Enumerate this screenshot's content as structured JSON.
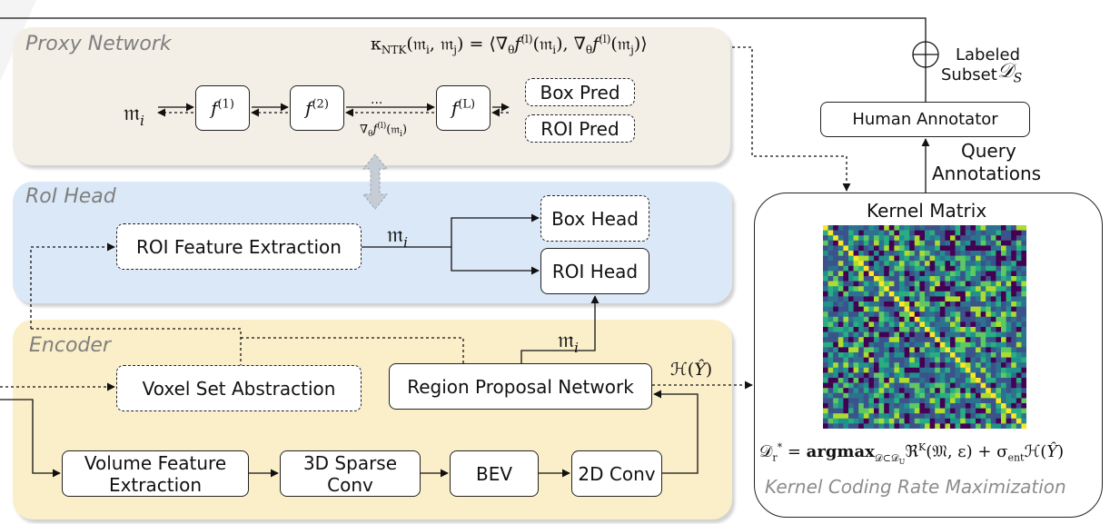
{
  "proxy": {
    "title": "Proxy Network",
    "ntk_formula": "κNTK(𝔪i, 𝔪j) = ⟨∇θ f(l)(𝔪i), ∇θ f(l)(𝔪j)⟩",
    "input": "𝔪i",
    "layers": [
      "f(1)",
      "f(2)",
      "f(L)"
    ],
    "ellipsis": "...",
    "grad_label": "∇θ f(l)(𝔪i)",
    "outputs": [
      "Box Pred",
      "ROI Pred"
    ]
  },
  "roi_head": {
    "title": "RoI Head",
    "feature_extraction": "ROI Feature Extraction",
    "mi": "𝔪i",
    "box_head": "Box Head",
    "roi_head": "ROI Head"
  },
  "encoder": {
    "title": "Encoder",
    "vsa": "Voxel Set Abstraction",
    "rpn": "Region Proposal Network",
    "mi": "𝔪i",
    "entropy": "ℋ(Ŷ)",
    "vfe_line1": "Volume Feature",
    "vfe_line2": "Extraction",
    "sparse_line1": "3D Sparse",
    "sparse_line2": "Conv",
    "bev": "BEV",
    "conv2d": "2D Conv"
  },
  "right": {
    "labeled_line1": "Labeled",
    "labeled_line2": "Subset",
    "subset_symbol": "𝒟S",
    "human_annotator": "Human Annotator",
    "query_line1": "Query",
    "query_line2": "Annotations",
    "kernel_matrix_title": "Kernel Matrix",
    "objective": "𝒟r* = argmax𝒟⊂𝒟U ℜK(𝔐, ε) + σent ℋ(Ŷ)",
    "panel_title": "Kernel Coding Rate Maximization"
  },
  "colors": {
    "proxy_bg": "#f3efe6",
    "roi_bg": "#dbe8f7",
    "encoder_bg": "#fbefc9",
    "heat_low": "#440154",
    "heat_mid": "#21918c",
    "heat_high": "#fde725"
  }
}
